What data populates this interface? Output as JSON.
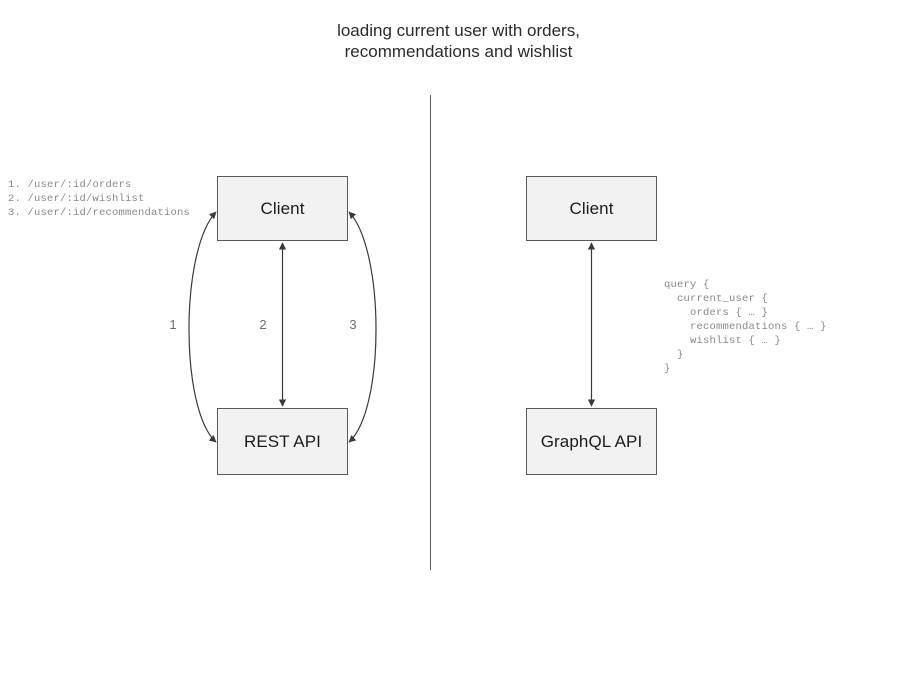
{
  "diagram": {
    "title": "loading current user with orders,\nrecommendations and wishlist",
    "divider": {
      "color": "#5b5b5b"
    },
    "palette": {
      "box_fill": "#f2f2f2",
      "box_border": "#5a5a5a",
      "arrow": "#3a3a3a",
      "code_text": "#8a8a8a",
      "label_text": "#6d6d6d",
      "background": "#ffffff"
    },
    "rest_side": {
      "client_box_label": "Client",
      "api_box_label": "REST API",
      "endpoint_list": "1. /user/:id/orders\n2. /user/:id/wishlist\n3. /user/:id/recommendations",
      "endpoints": [
        {
          "number": "1",
          "path": "/user/:id/orders"
        },
        {
          "number": "2",
          "path": "/user/:id/wishlist"
        },
        {
          "number": "3",
          "path": "/user/:id/recommendations"
        }
      ],
      "arrow_labels": [
        "1",
        "2",
        "3"
      ]
    },
    "graphql_side": {
      "client_box_label": "Client",
      "api_box_label": "GraphQL API",
      "query": "query {\n  current_user {\n    orders { … }\n    recommendations { … }\n    wishlist { … }\n  }\n}"
    }
  }
}
